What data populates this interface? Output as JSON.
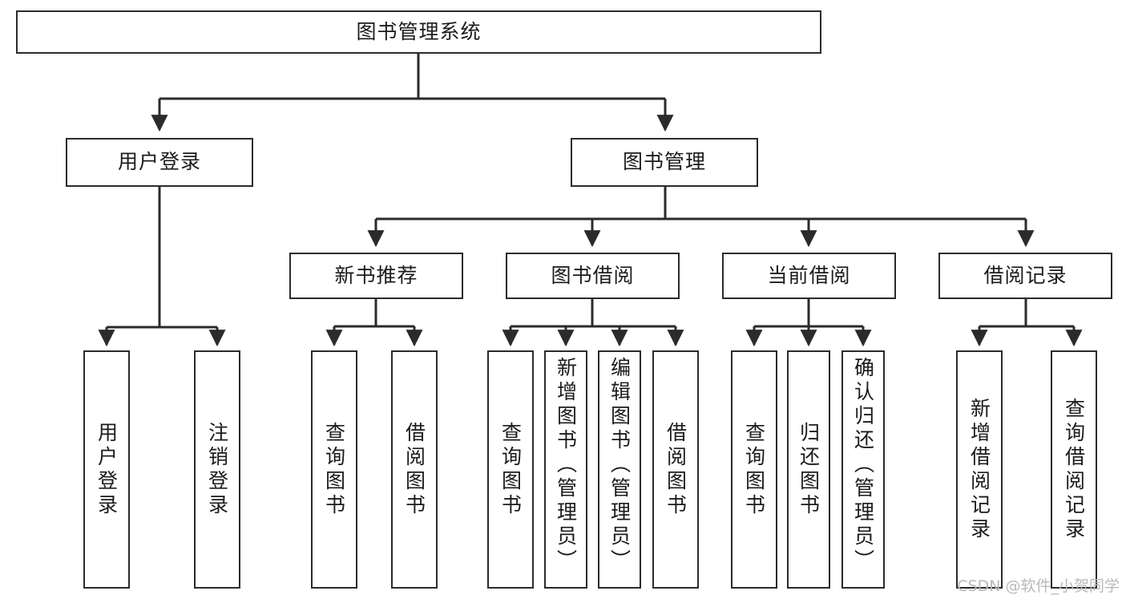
{
  "diagram": {
    "title": "图书管理系统",
    "type": "tree",
    "watermark": "CSDN @软件_小贺同学",
    "colors": {
      "box_border": "#2b2b2b",
      "box_fill": "#ffffff",
      "connector": "#2b2b2b",
      "text": "#1b1b1b",
      "watermark": "#b9b9b9"
    },
    "root": {
      "label": "图书管理系统"
    },
    "level1": [
      {
        "label": "用户登录"
      },
      {
        "label": "图书管理"
      }
    ],
    "level2": [
      {
        "label": "新书推荐"
      },
      {
        "label": "图书借阅"
      },
      {
        "label": "当前借阅"
      },
      {
        "label": "借阅记录"
      }
    ],
    "leaves": {
      "user_login": [
        {
          "label": "用户登录"
        },
        {
          "label": "注销登录"
        }
      ],
      "new_book_recommend": [
        {
          "label": "查询图书"
        },
        {
          "label": "借阅图书"
        }
      ],
      "book_borrow": [
        {
          "label": "查询图书"
        },
        {
          "label": "新增图书（管理员）"
        },
        {
          "label": "编辑图书（管理员）"
        },
        {
          "label": "借阅图书"
        }
      ],
      "current_borrow": [
        {
          "label": "查询图书"
        },
        {
          "label": "归还图书"
        },
        {
          "label": "确认归还（管理员）"
        }
      ],
      "borrow_record": [
        {
          "label": "新增借阅记录"
        },
        {
          "label": "查询借阅记录"
        }
      ]
    }
  }
}
